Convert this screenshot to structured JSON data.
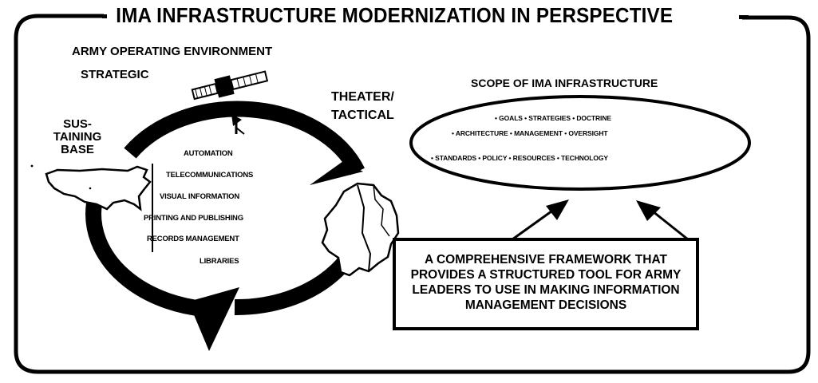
{
  "title": "IMA INFRASTRUCTURE MODERNIZATION IN PERSPECTIVE",
  "environment": {
    "title": "ARMY OPERATING ENVIRONMENT",
    "strategic": "STRATEGIC",
    "theater_line1": "THEATER/",
    "theater_line2": "TACTICAL",
    "sustaining_line1": "SUS-",
    "sustaining_line2": "TAINING",
    "sustaining_line3": "BASE"
  },
  "services": [
    "AUTOMATION",
    "TELECOMMUNICATIONS",
    "VISUAL INFORMATION",
    "PRINTING AND PUBLISHING",
    "RECORDS MANAGEMENT",
    "LIBRARIES"
  ],
  "scope": {
    "title": "SCOPE OF IMA INFRASTRUCTURE",
    "row1": "• GOALS • STRATEGIES • DOCTRINE",
    "row2": "• ARCHITECTURE • MANAGEMENT • OVERSIGHT",
    "row3": "• STANDARDS • POLICY • RESOURCES • TECHNOLOGY"
  },
  "framework": {
    "line1": "A COMPREHENSIVE FRAMEWORK THAT",
    "line2": "PROVIDES A STRUCTURED TOOL FOR ARMY",
    "line3": "LEADERS TO USE IN MAKING INFORMATION",
    "line4": "MANAGEMENT DECISIONS"
  },
  "colors": {
    "ink": "#000000",
    "paper": "#ffffff"
  },
  "icons": [
    "satellite-icon",
    "antenna-icon",
    "us-map-icon",
    "europe-map-icon"
  ]
}
